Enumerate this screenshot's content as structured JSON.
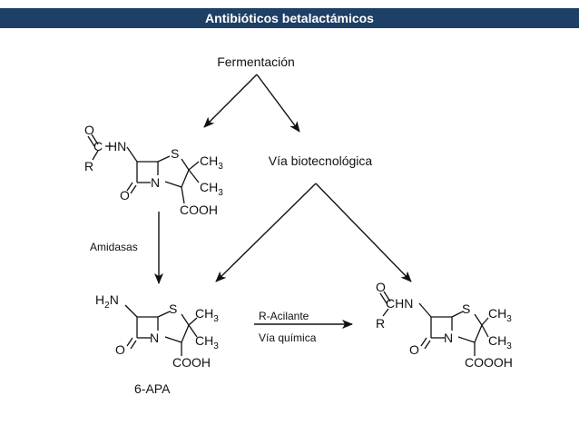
{
  "header": {
    "title": "Antibióticos betalactámicos"
  },
  "labels": {
    "fermentacion": "Fermentación",
    "via_biotecnologica": "Vía biotecnológica",
    "amidasas": "Amidasas",
    "r_acilante": "R-Acilante",
    "via_quimica": "Vía química",
    "apa": "6-APA"
  },
  "atoms": {
    "O": "O",
    "C": "C",
    "R": "R",
    "HN": "HN",
    "S": "S",
    "N": "N",
    "CH": "CH",
    "H": "H",
    "sub3": "3",
    "sub2": "2",
    "cooh": "COOH",
    "cooh_alt": "COOOH"
  }
}
